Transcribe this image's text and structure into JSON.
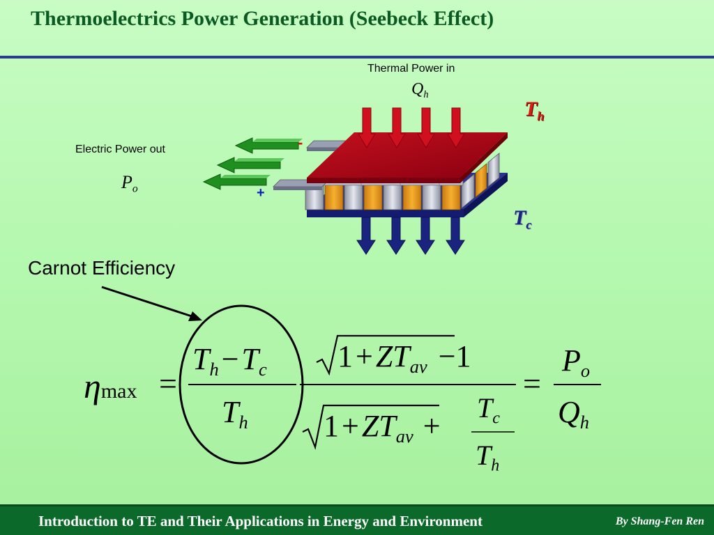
{
  "slide": {
    "title": "Thermoelectrics Power Generation (Seebeck Effect)"
  },
  "diagram": {
    "thermal_label": "Thermal Power in",
    "qh_symbol": "Q",
    "qh_sub": "h",
    "th_symbol": "T",
    "th_sub": "h",
    "tc_symbol": "T",
    "tc_sub": "c",
    "electric_label": "Electric Power out",
    "po_symbol": "P",
    "po_sub": "o",
    "minus_sign": "-",
    "plus_sign": "+"
  },
  "carnot_label": "Carnot Efficiency",
  "equation": {
    "eta": "η",
    "eta_sub": "max",
    "eq1": "=",
    "c_num": "T_h − T_c",
    "c_num_a": "T",
    "c_num_a_sub": "h",
    "c_minus": "−",
    "c_num_b": "T",
    "c_num_b_sub": "c",
    "c_den": "T",
    "c_den_sub": "h",
    "top_one": "1",
    "top_plus": "+",
    "top_zt": "ZT",
    "top_zt_sub": "av",
    "top_minus": "−",
    "top_one2": "1",
    "bot_one": "1",
    "bot_plus": "+",
    "bot_zt": "ZT",
    "bot_zt_sub": "av",
    "bot_plus2": "+",
    "frac_num": "T",
    "frac_num_sub": "c",
    "frac_den": "T",
    "frac_den_sub": "h",
    "eq2": "=",
    "r_num": "P",
    "r_num_sub": "o",
    "r_den": "Q",
    "r_den_sub": "h"
  },
  "footer": {
    "main": "Introduction to TE and Their Applications in Energy and Environment",
    "author": "By Shang-Fen Ren"
  },
  "colors": {
    "title_green": "#0a5a22",
    "hot_red": "#a80010",
    "cold_navy": "#1a237e",
    "arrow_green": "#1f8f1f",
    "leg_orange": "#f0a020",
    "footer_bg": "#0b6a2a"
  }
}
